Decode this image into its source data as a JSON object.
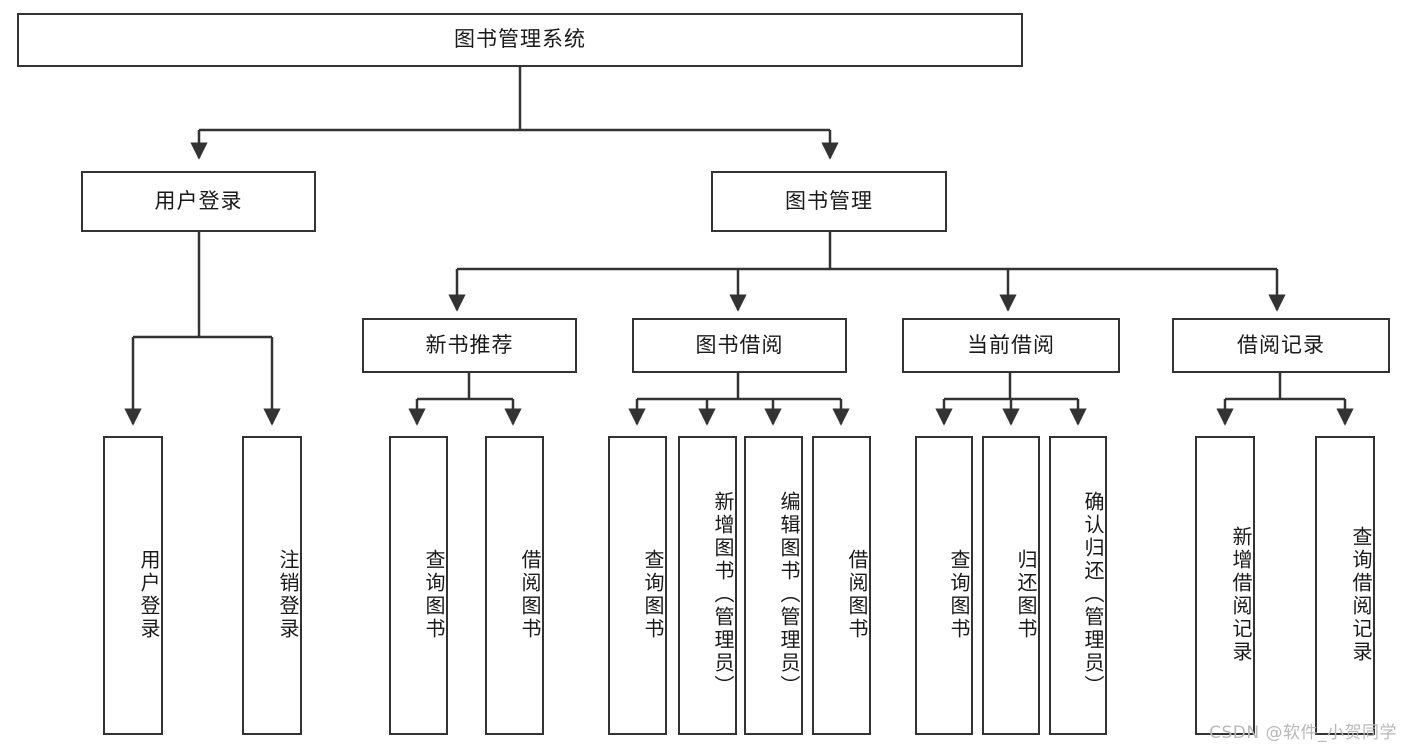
{
  "diagram": {
    "title": "图书管理系统",
    "type": "tree",
    "root": {
      "label": "图书管理系统"
    },
    "level2": [
      {
        "label": "用户登录"
      },
      {
        "label": "图书管理"
      }
    ],
    "level3": [
      {
        "label": "新书推荐"
      },
      {
        "label": "图书借阅"
      },
      {
        "label": "当前借阅"
      },
      {
        "label": "借阅记录"
      }
    ],
    "leaves": {
      "user_login": [
        {
          "label": "用户登录"
        },
        {
          "label": "注销登录"
        }
      ],
      "new_book_recommend": [
        {
          "label": "查询图书"
        },
        {
          "label": "借阅图书"
        }
      ],
      "book_borrow": [
        {
          "label": "查询图书"
        },
        {
          "label": "新增图书（管理员）"
        },
        {
          "label": "编辑图书（管理员）"
        },
        {
          "label": "借阅图书"
        }
      ],
      "current_borrow": [
        {
          "label": "查询图书"
        },
        {
          "label": "归还图书"
        },
        {
          "label": "确认归还（管理员）"
        }
      ],
      "borrow_record": [
        {
          "label": "新增借阅记录"
        },
        {
          "label": "查询借阅记录"
        }
      ]
    }
  },
  "watermark": {
    "text": "CSDN @软件_小贺同学"
  },
  "colors": {
    "border": "#333333",
    "text": "#1a1a1a",
    "background": "#ffffff",
    "watermark": "#b9b9b9"
  }
}
